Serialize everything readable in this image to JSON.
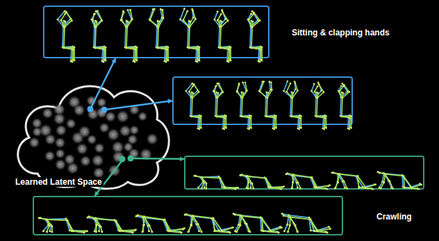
{
  "diagram": {
    "nodes": [
      {
        "text": [
          "Sitting & clapping hands"
        ]
      },
      {
        "text": [
          "Learned Latent Space"
        ]
      },
      {
        "text": []
      },
      {
        "text": []
      },
      {
        "text": [
          "Crawling"
        ]
      }
    ],
    "edges": [
      {
        "from": 1,
        "to": 0,
        "arrow": "to"
      },
      {
        "from": 1,
        "to": 2,
        "arrow": "to"
      },
      {
        "from": 1,
        "to": 3,
        "arrow": "to"
      },
      {
        "from": 1,
        "to": 4,
        "arrow": "to"
      }
    ]
  }
}
